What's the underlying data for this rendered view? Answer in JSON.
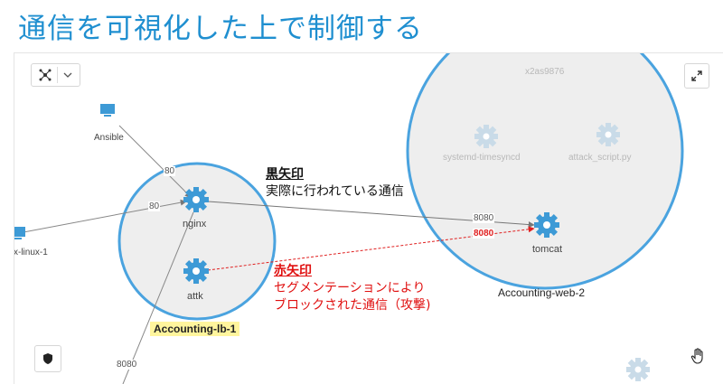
{
  "slide": {
    "title": "通信を可視化した上で制御する"
  },
  "nodes": {
    "ansible": "Ansible",
    "linux": "x-linux-1",
    "nginx": "nginx",
    "attk": "attk",
    "tomcat": "tomcat",
    "x2as9876": "x2as9876",
    "timesyncd": "systemd-timesyncd",
    "attack_script": "attack_script.py"
  },
  "groups": {
    "lb": "Accounting-lb-1",
    "web": "Accounting-web-2"
  },
  "ports": {
    "ansible_nginx": "80",
    "linux_nginx": "80",
    "nginx_tomcat": "8080",
    "attk_tomcat": "8080",
    "bottom": "8080"
  },
  "annotations": {
    "black_title": "黒矢印",
    "black_desc": "実際に行われている通信",
    "red_title": "赤矢印",
    "red_desc_1": "セグメンテーションにより",
    "red_desc_2": "ブロックされた通信（攻撃)"
  },
  "colors": {
    "title": "#1f8fd0",
    "cluster_border": "#4aa3df",
    "gear": "#3d9ad6",
    "blocked": "#e02020",
    "highlight": "#fff59d"
  },
  "icons": {
    "layout": "network-layout-icon",
    "dropdown": "chevron-down-icon",
    "expand": "expand-icon",
    "shield": "shield-icon",
    "hand": "hand-cursor-icon"
  }
}
